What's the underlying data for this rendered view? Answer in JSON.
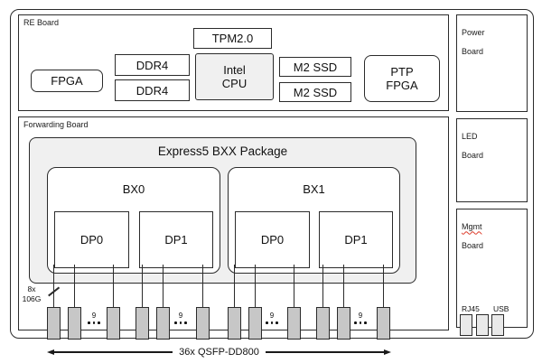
{
  "colors": {
    "border": "#2b2b2b",
    "light_gray_fill": "#f0f0f0",
    "qsfp_connector_fill": "#c7c7c7",
    "io_connector_fill": "#e9e9e9",
    "spellcheck_red": "#dd3b2a",
    "background": "#ffffff"
  },
  "re_board": {
    "label": "RE Board",
    "fpga": "FPGA",
    "ddr4_a": "DDR4",
    "ddr4_b": "DDR4",
    "tpm": "TPM2.0",
    "cpu_line1": "Intel",
    "cpu_line2": "CPU",
    "m2ssd_a": "M2 SSD",
    "m2ssd_b": "M2 SSD",
    "ptp_line1": "PTP",
    "ptp_line2": "FPGA"
  },
  "forwarding_board": {
    "label": "Forwarding Board",
    "package_title": "Express5 BXX Package",
    "bx0": {
      "label": "BX0",
      "dp0": "DP0",
      "dp1": "DP1"
    },
    "bx1": {
      "label": "BX1",
      "dp0": "DP0",
      "dp1": "DP1"
    },
    "link_label_line1": "8x",
    "link_label_line2": "106G",
    "hidden_port_count": "9",
    "arrow_label": "36x QSFP-DD800"
  },
  "power_board": {
    "line1": "Power",
    "line2": "Board"
  },
  "led_board": {
    "line1": "LED",
    "line2": "Board"
  },
  "mgmt_board": {
    "line1": "Mgmt",
    "line2": "Board",
    "rj45": "RJ45",
    "usb": "USB"
  }
}
